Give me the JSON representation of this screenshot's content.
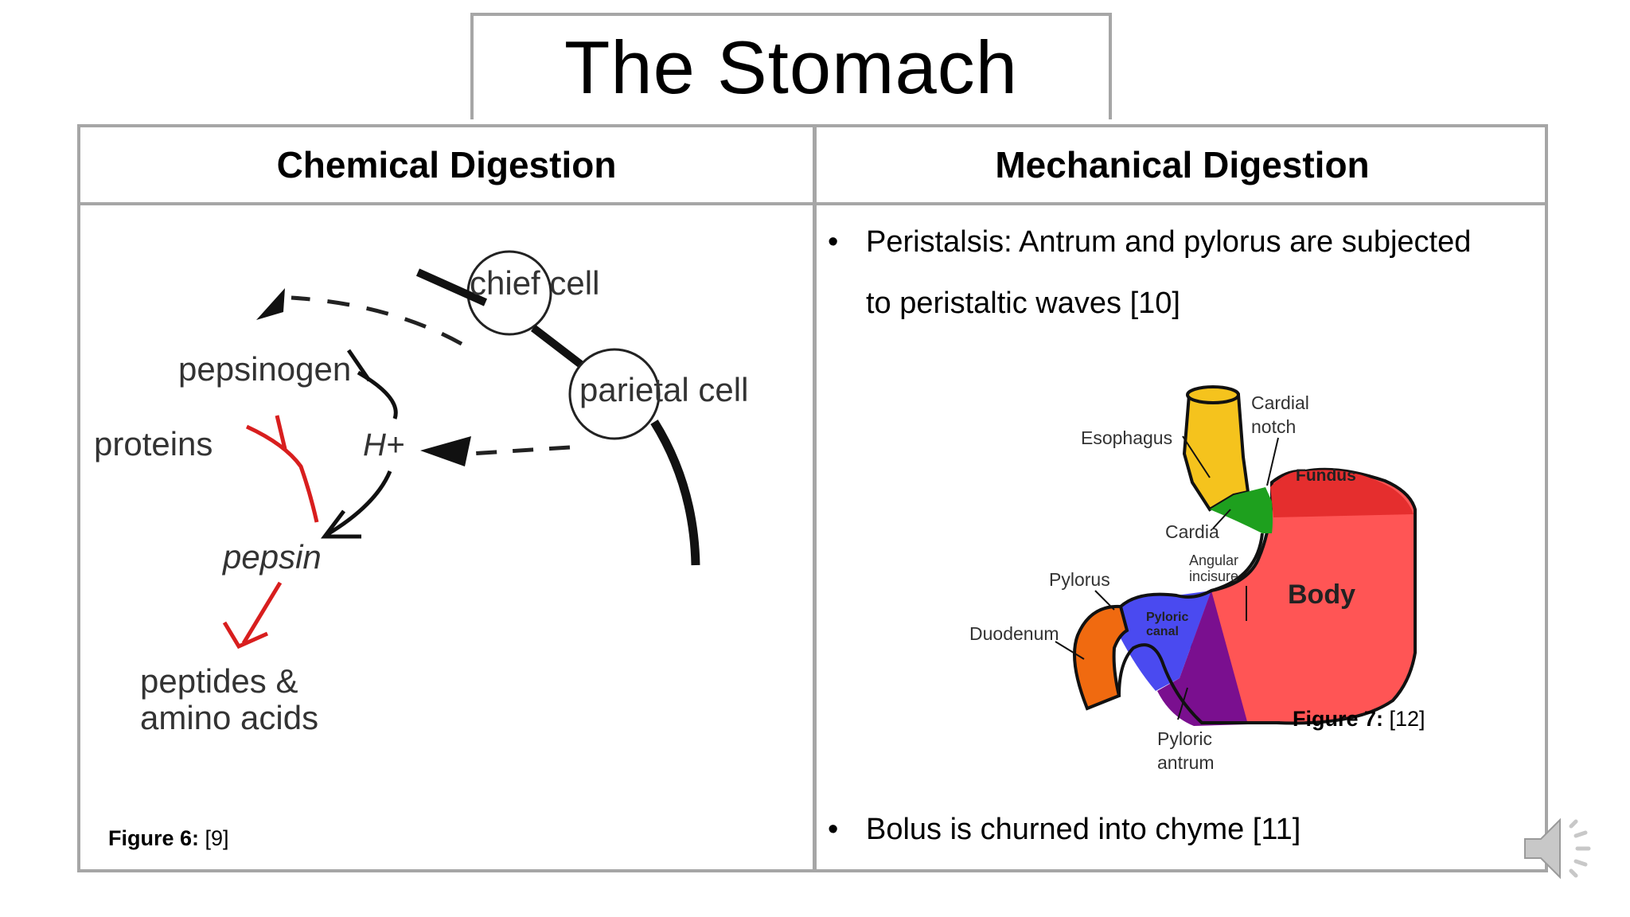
{
  "title": "The Stomach",
  "table": {
    "left_header": "Chemical Digestion",
    "right_header": "Mechanical Digestion"
  },
  "chemical": {
    "labels": {
      "chief_cell": "chief cell",
      "parietal_cell": "parietal cell",
      "pepsinogen": "pepsinogen",
      "proteins": "proteins",
      "h_plus": "H+",
      "pepsin": "pepsin",
      "peptides_line1": "peptides &",
      "peptides_line2": "amino acids"
    },
    "caption_bold": "Figure 6:",
    "caption_ref": " [9]"
  },
  "mechanical": {
    "bullet1_line1": "Peristalsis: Antrum and pylorus are subjected",
    "bullet1_line2": "to peristaltic waves [10]",
    "bullet2": "Bolus is churned into chyme [11]",
    "bullet_char": "•",
    "caption_bold": "Figure 7:",
    "caption_ref": " [12]",
    "stomach_labels": {
      "cardial_line1": "Cardial",
      "cardial_line2": "notch",
      "esophagus": "Esophagus",
      "fundus": "Fundus",
      "cardia": "Cardia",
      "angular_line1": "Angular",
      "angular_line2": "incisure",
      "pylorus": "Pylorus",
      "body": "Body",
      "pyloric_canal_line1": "Pyloric",
      "pyloric_canal_line2": "canal",
      "duodenum": "Duodenum",
      "pyloric_antrum_line1": "Pyloric",
      "pyloric_antrum_line2": "antrum"
    },
    "colors": {
      "esophagus": "#f5c31d",
      "cardia": "#1ea01e",
      "fundus": "#e52e2e",
      "body": "#ff5555",
      "pyloric_canal": "#4a4af0",
      "pyloric_antrum": "#7a0f8f",
      "duodenum": "#f06a10"
    }
  },
  "icons": {
    "audio": "speaker-icon"
  }
}
